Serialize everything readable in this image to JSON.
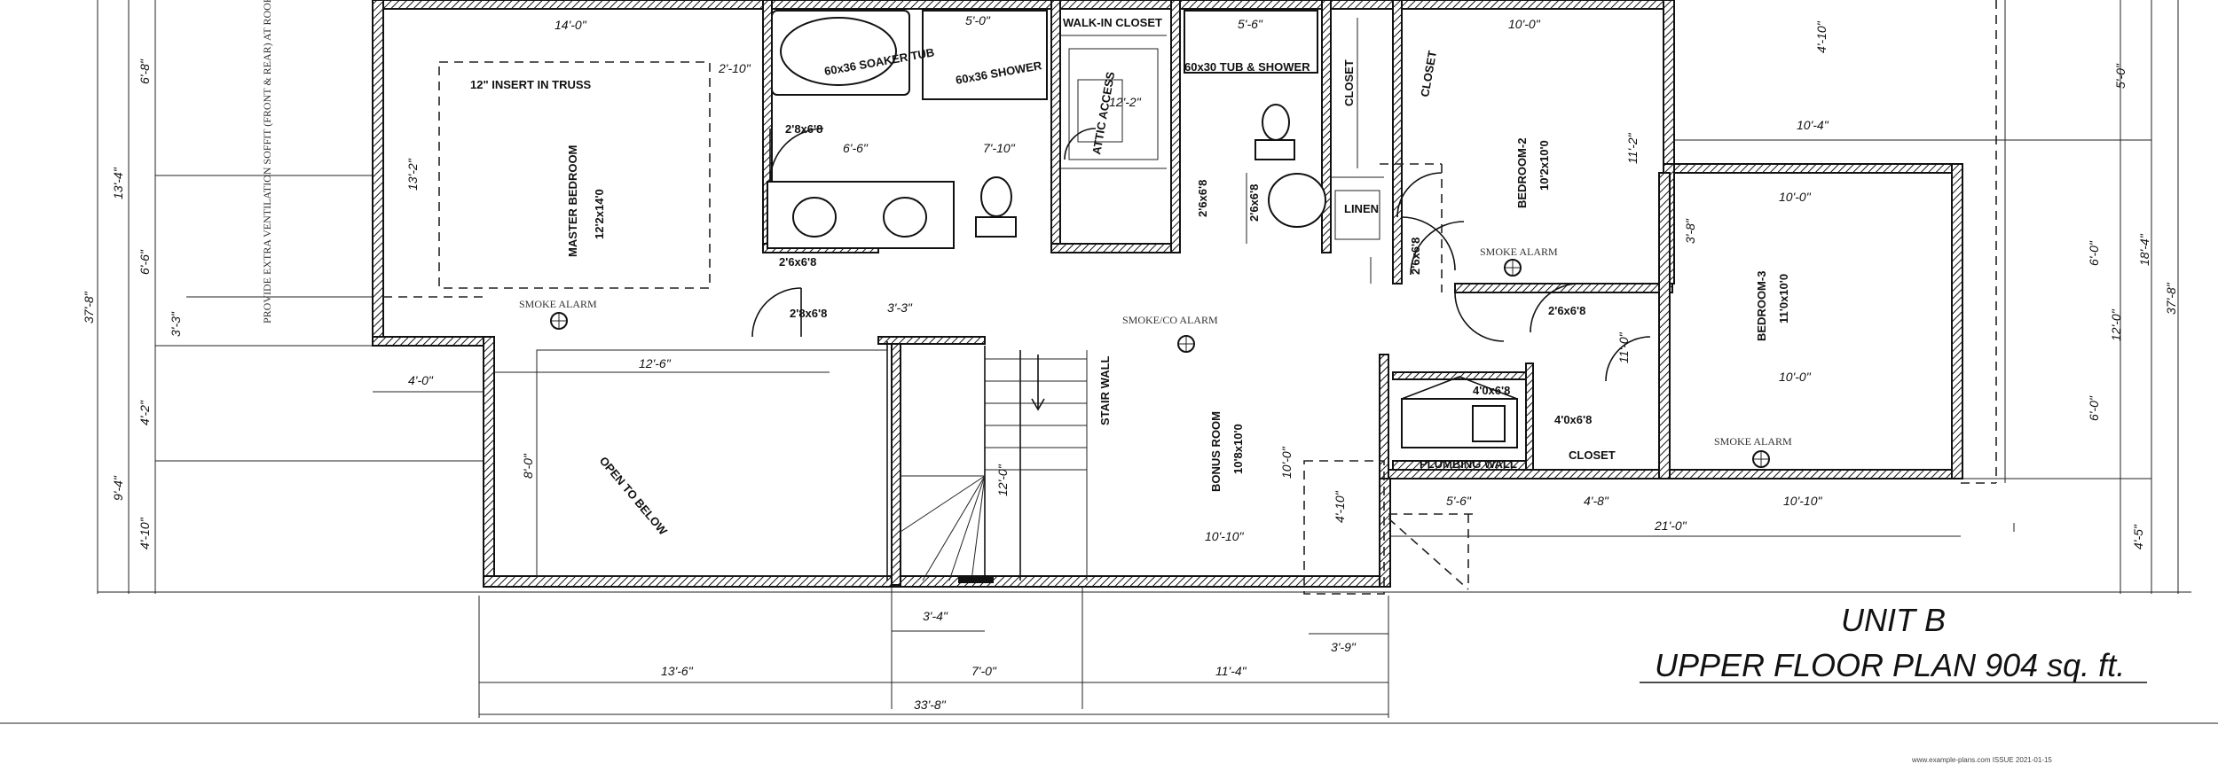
{
  "title": {
    "unit": "UNIT B",
    "plan": "UPPER FLOOR PLAN 904 sq. ft."
  },
  "rooms": {
    "master_bedroom": "MASTER BEDROOM",
    "master_bedroom_size": "12'2x14'0",
    "insert_truss": "12\" INSERT IN TRUSS",
    "soaker_tub": "60x36 SOAKER TUB",
    "shower": "60x36 SHOWER",
    "walk_in_closet": "WALK-IN CLOSET",
    "tub_shower": "60x30 TUB & SHOWER",
    "closet_top": "CLOSET",
    "closet_side": "CLOSET",
    "linen": "LINEN",
    "bedroom2": "BEDROOM-2",
    "bedroom2_size": "10'2x10'0",
    "bedroom3": "BEDROOM-3",
    "bedroom3_size": "11'0x10'0",
    "bonus_room": "BONUS ROOM",
    "bonus_room_size": "10'8x10'0",
    "open_to_below": "OPEN TO BELOW",
    "stair_wall": "STAIR WALL",
    "closet_lower": "CLOSET",
    "plumbing_wall": "PLUMBING WALL",
    "attic_access": "ATTIC ACCESS",
    "smoke_alarm_master": "SMOKE ALARM",
    "smoke_co_alarm": "SMOKE/CO ALARM",
    "smoke_alarm_bed2": "SMOKE ALARM",
    "smoke_alarm_bed3": "SMOKE ALARM",
    "side_note": "PROVIDE EXTRA VENTILATION SOFFIT (FRONT & REAR) AT ROOF SOFFITS ARE NOT VENTED",
    "door_size_a": "2'8x6'8",
    "door_size_b": "2'8x6'8",
    "door_size_c": "2'6x6'8",
    "door_size_d": "2'6x6'8",
    "door_size_e": "4'0x6'8",
    "door_size_f": "4'0x6'8",
    "door_size_g": "2'6x6'8",
    "door_size_h": "2'6x6'8",
    "door_size_i": "2'6x6'8"
  },
  "dims": {
    "d1": "14'-0\"",
    "d2": "5'-0\"",
    "d3": "5'-6\"",
    "d4": "10'-0\"",
    "d5": "2'-10\"",
    "d6": "6'-6\"",
    "d7": "7'-10\"",
    "d8": "12'-6\"",
    "d9": "4'-0\"",
    "d10": "3'-3\"",
    "d11": "12'-2\"",
    "d12": "10'-4\"",
    "d13": "10'-0\"",
    "d14": "10'-0\"",
    "d15": "10'-10\"",
    "d16": "5'-6\"",
    "d17": "4'-8\"",
    "d18": "10'-10\"",
    "d19": "21'-0\"",
    "d20": "3'-4\"",
    "d21": "13'-6\"",
    "d22": "7'-0\"",
    "d23": "11'-4\"",
    "d24": "33'-8\"",
    "d25": "3'-9\"",
    "v1": "6'-8\"",
    "v2": "13'-4\"",
    "v3": "6'-6\"",
    "v4": "37'-8\"",
    "v5": "3'-3\"",
    "v6": "4'-2\"",
    "v7": "9'-4\"",
    "v8": "4'-10\"",
    "v9": "13'-2\"",
    "v10": "11'-0\"",
    "v11": "6'-0\"",
    "v12": "12'-0\"",
    "v13": "18'-4\"",
    "v14": "37'-8\"",
    "v15": "6'-0\"",
    "v16": "4'-5\"",
    "v17": "5'-0\"",
    "v18": "4'-10\"",
    "v19": "11'-2\"",
    "v20": "10'-0\"",
    "v21": "4'-10\"",
    "v22": "12'-0\"",
    "v23": "8'-0\"",
    "v24": "3'-8\""
  },
  "footer": {
    "stamp": "www.example-plans.com  ISSUE 2021-01-15"
  }
}
